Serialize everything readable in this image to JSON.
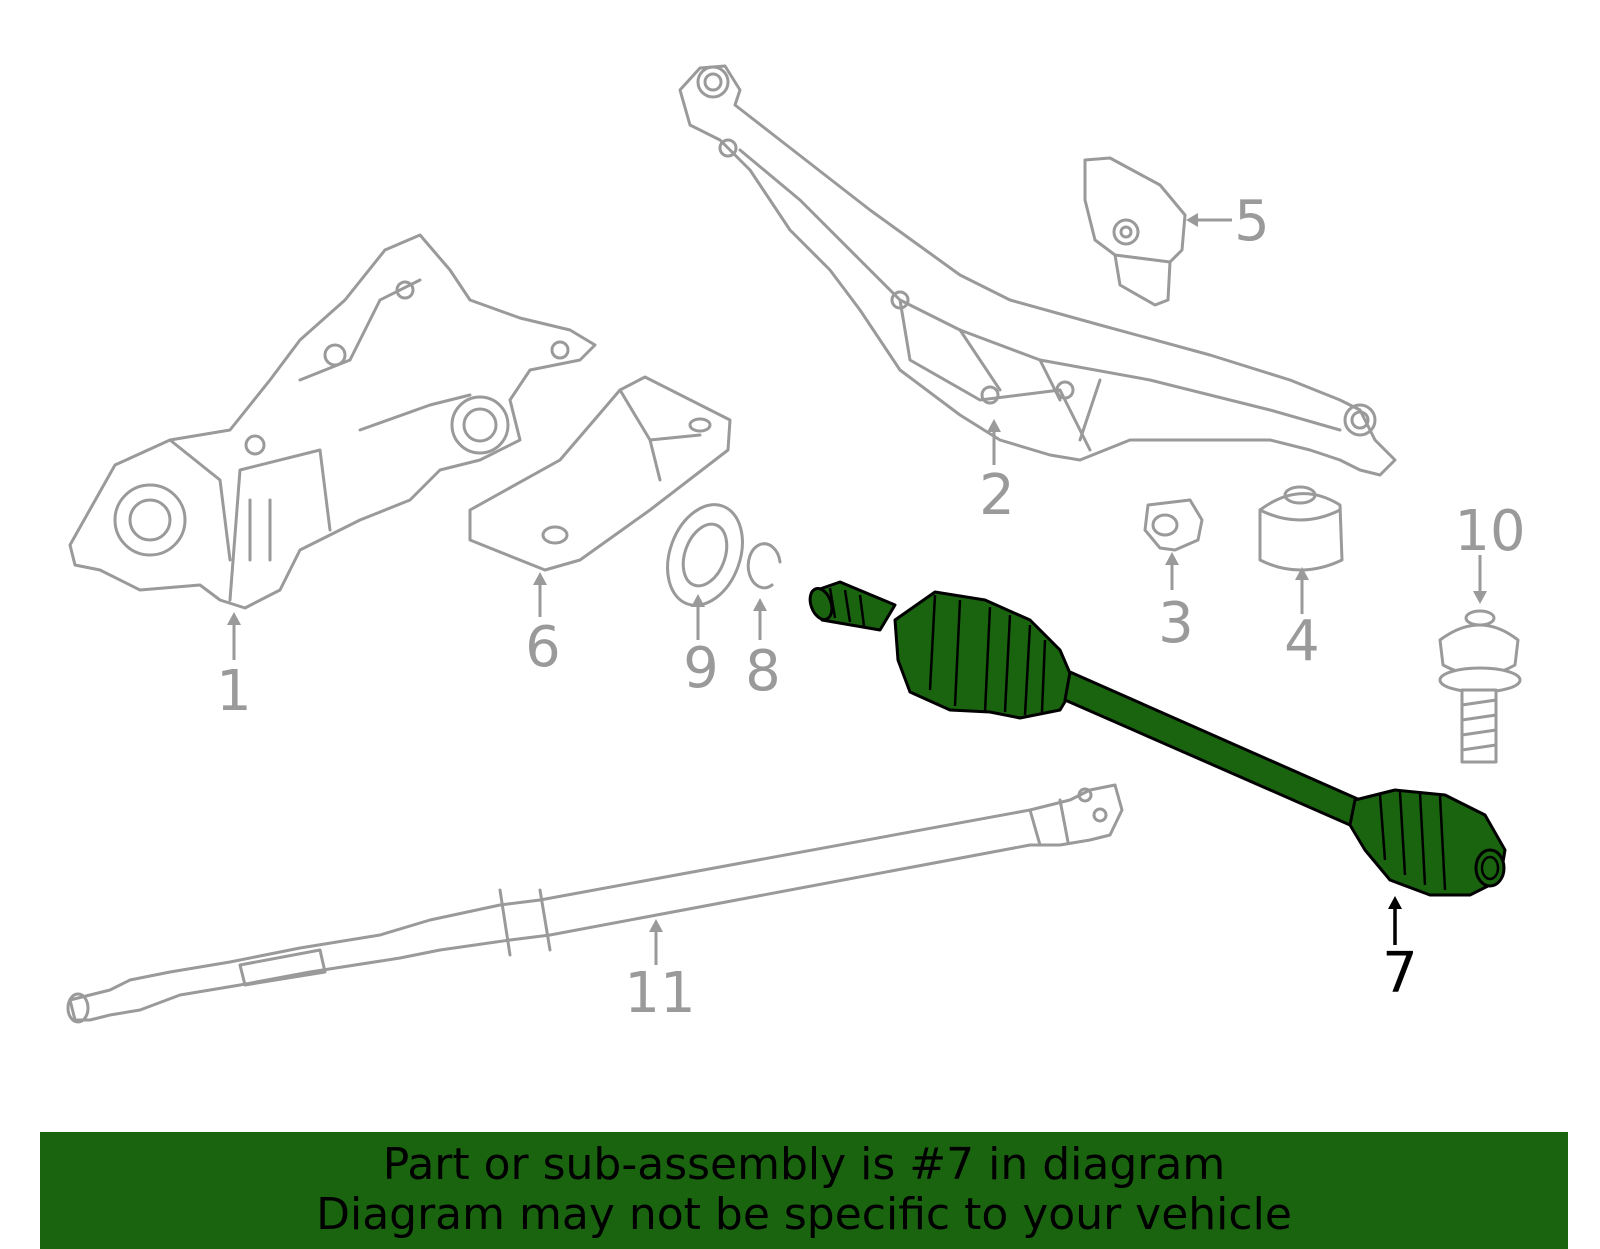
{
  "highlight_color": "#1a6410",
  "part_color": "#9a9a9a",
  "callouts": {
    "c1": "1",
    "c2": "2",
    "c3": "3",
    "c4": "4",
    "c5": "5",
    "c6": "6",
    "c7": "7",
    "c8": "8",
    "c9": "9",
    "c10": "10",
    "c11": "11"
  },
  "banner": {
    "line1": "Part or sub-assembly is #7 in diagram",
    "line2": "Diagram may not be specific to your vehicle"
  }
}
